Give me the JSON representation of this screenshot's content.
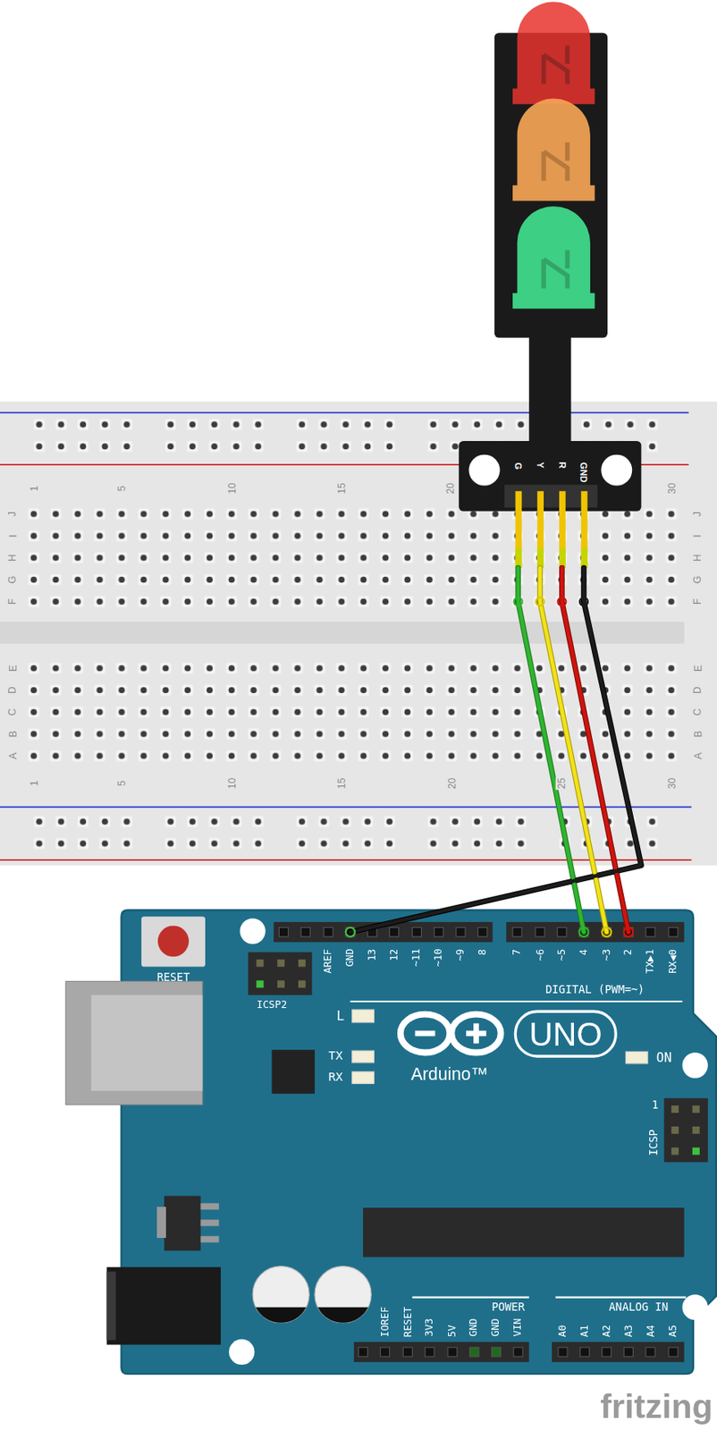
{
  "diagram": {
    "nodes": [
      {
        "text": [
          "G",
          "Y",
          "R",
          "GND"
        ]
      },
      {
        "text": [
          "1",
          "5",
          "10",
          "15",
          "20",
          "30",
          "J",
          "J",
          "I",
          "I",
          "H",
          "H",
          "G",
          "G",
          "F",
          "F",
          "E",
          "E",
          "D",
          "D",
          "C",
          "C",
          "B",
          "B",
          "A",
          "A",
          "1",
          "5",
          "10",
          "15",
          "20",
          "25",
          "30"
        ]
      },
      {
        "text": [
          "RESET",
          "AREF",
          "GND",
          "13",
          "12",
          "~11",
          "~10",
          "~9",
          "8",
          "7",
          "~6",
          "~5",
          "4",
          "~3",
          "2",
          "TX▶1",
          "RX◀0",
          "ICSP2",
          "DIGITAL (PWM=~)",
          "L",
          "UNO",
          "TX",
          "ON",
          "Arduino™",
          "RX",
          "1",
          "ICSP",
          "POWER",
          "ANALOG IN",
          "IOREF",
          "RESET",
          "3V3",
          "5V",
          "GND",
          "GND",
          "VIN",
          "A0",
          "A1",
          "A2",
          "A3",
          "A4",
          "A5"
        ]
      }
    ],
    "edges": [
      {
        "from": 0,
        "to": 2,
        "arrow": "none"
      },
      {
        "from": 0,
        "to": 2,
        "arrow": "none"
      },
      {
        "from": 0,
        "to": 2,
        "arrow": "none"
      },
      {
        "from": 0,
        "to": 2,
        "arrow": "none"
      }
    ],
    "labels": [
      "fritzing"
    ]
  }
}
